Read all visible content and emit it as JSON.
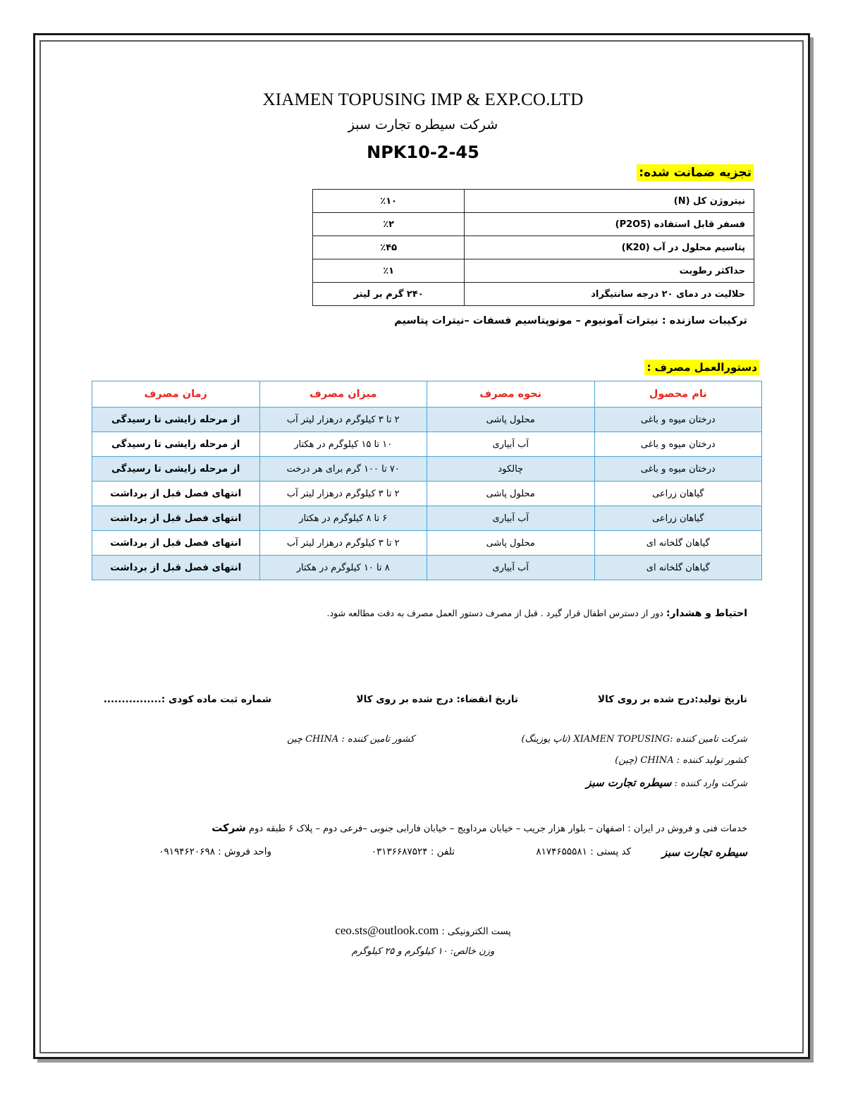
{
  "header": {
    "company_en": "XIAMEN TOPUSING IMP & EXP.CO.LTD",
    "company_fa": "شرکت سیطره تجارت سبز",
    "product": "NPK10-2-45"
  },
  "analysis": {
    "title": "تجزیه ضمانت شده:",
    "rows": [
      {
        "label": "نیتروژن کل  (N)",
        "value": "٪۱۰"
      },
      {
        "label": "فسفر قابل استفاده  (P2O5)",
        "value": "٪۲"
      },
      {
        "label": "پتاسیم محلول در آب (K20)",
        "value": "٪۴۵"
      },
      {
        "label": "حداکثر رطوبت",
        "value": "٪۱"
      },
      {
        "label": "حلالیت در دمای ۲۰ درجه سانتیگراد",
        "value": "۲۴۰ گرم بر لیتر"
      }
    ],
    "components": "ترکیبات سازنده :  نیترات  آمونیوم – مونوپتاسیم فسفات –نیترات پتاسیم"
  },
  "usage": {
    "title": "دستورالعمل مصرف :",
    "headers": [
      "نام محصول",
      "نحوه مصرف",
      "میزان مصرف",
      "زمان مصرف"
    ],
    "rows": [
      [
        "درختان میوه و باغی",
        "محلول پاشی",
        "۲ تا ۳ کیلوگرم درهزار لیتر آب",
        "از مرحله زایشی تا رسیدگی"
      ],
      [
        "درختان میوه و باغی",
        "آب آبیاری",
        "۱۰ تا ۱۵ کیلوگرم در هکتار",
        "از مرحله زایشی تا رسیدگی"
      ],
      [
        "درختان میوه و باغی",
        "چالکود",
        "۷۰ تا ۱۰۰ گرم برای هر درخت",
        "از مرحله زایشی تا رسیدگی"
      ],
      [
        "گیاهان زراعی",
        "محلول پاشی",
        "۲ تا ۳ کیلوگرم درهزار لیتر آب",
        "انتهای فصل قبل از برداشت"
      ],
      [
        "گیاهان زراعی",
        "آب آبیاری",
        "۶ تا ۸ کیلوگرم در هکتار",
        "انتهای فصل قبل از برداشت"
      ],
      [
        "گیاهان گلخانه ای",
        "محلول پاشی",
        "۲ تا ۳ کیلوگرم درهزار لیتر آب",
        "انتهای فصل قبل از برداشت"
      ],
      [
        "گیاهان گلخانه ای",
        "آب آبیاری",
        "۸ تا ۱۰ کیلوگرم در هکتار",
        "انتهای فصل قبل از برداشت"
      ]
    ]
  },
  "warning": {
    "label": "احتیاط و هشدار:",
    "text": " دور از دسترس اطفال قرار گیرد . قبل از مصرف دستور العمل مصرف به دقت مطالعه شود."
  },
  "dates": {
    "production": "تاریخ تولید:درج شده بر روی کالا",
    "expiry": "تاریخ انقضاء: درج شده بر روی کالا",
    "registration": "شماره ثبت ماده کودی :................"
  },
  "supplier": {
    "company": "شرکت تامین کننده :XIAMEN TOPUSING (تاپ یوزینگ)",
    "supplier_country": "کشور تامین کننده : CHINA چین",
    "producer_country": "کشور تولید کننده : CHINA (چین)",
    "importer_label": "شرکت وارد کننده : ",
    "importer_name": "سیطره تجارت سبز"
  },
  "contact": {
    "address_main": "خدمات فنی و فروش در ایران  : اصفهان – بلوار هزار جریب – خیابان مرداویج – خیابان فارابی جنوبی –فرعی دوم – پلاک ۶ طبقه دوم ",
    "address_company": "شرکت",
    "company_name": "سیطره تجارت سبز",
    "postal": "کد پستی : ۸۱۷۴۶۵۵۵۸۱",
    "phone": "تلفن : ۰۳۱۳۶۶۸۷۵۲۴",
    "sales": "واحد فروش : ۰۹۱۹۴۶۲۰۶۹۸",
    "email_label": "پست الکترونیکی :  ",
    "email": "ceo.sts@outlook.com",
    "weight": "وزن خالص: ۱۰ کیلوگرم و ۲۵ کیلوگرم"
  }
}
